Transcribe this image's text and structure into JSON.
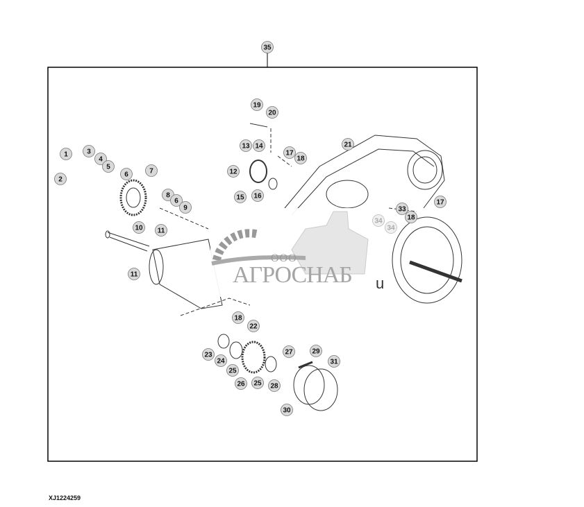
{
  "diagram": {
    "assembly_callout": "35",
    "callouts": [
      "19",
      "20",
      "13",
      "14",
      "12",
      "15",
      "16",
      "17",
      "18",
      "21",
      "1",
      "2",
      "3",
      "4",
      "5",
      "6",
      "7",
      "8",
      "6",
      "9",
      "10",
      "11",
      "11",
      "33",
      "18",
      "17",
      "34",
      "34",
      "18",
      "22",
      "23",
      "24",
      "25",
      "26",
      "25",
      "27",
      "28",
      "29",
      "31",
      "30"
    ],
    "figure_code": "XJ1224259"
  },
  "watermark": {
    "prefix": "ООО",
    "name": "АГРОСНАБ",
    "suffix": "u"
  },
  "colors": {
    "line": "#000000",
    "callout_fill": "#d9d9d9",
    "watermark": "#a5a5a5"
  }
}
